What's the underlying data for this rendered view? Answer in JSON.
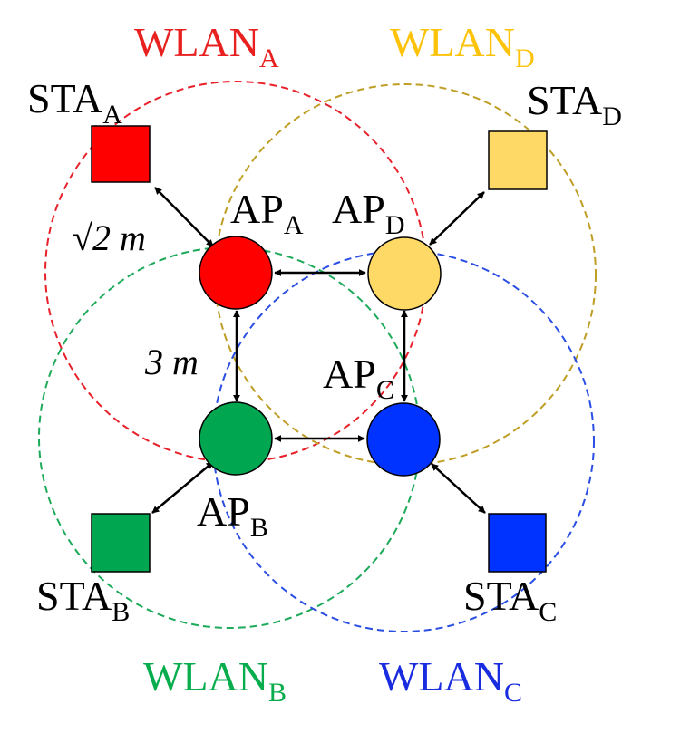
{
  "colors": {
    "red": "#ff0000",
    "yellow": "#ffd966",
    "green": "#00a650",
    "blue": "#0033ff",
    "wlan_a": "#e8201f",
    "wlan_d": "#fcc30a",
    "wlan_b": "#07ad4c",
    "wlan_c": "#1a2ce0",
    "ring_a": "#e8202a",
    "ring_b": "#1daa5a",
    "ring_c": "#2a4ee3",
    "ring_d": "#bf9e26"
  },
  "wlans": {
    "a": {
      "base": "WLAN",
      "sub": "A"
    },
    "b": {
      "base": "WLAN",
      "sub": "B"
    },
    "c": {
      "base": "WLAN",
      "sub": "C"
    },
    "d": {
      "base": "WLAN",
      "sub": "D"
    }
  },
  "stations": {
    "a": {
      "base": "STA",
      "sub": "A"
    },
    "b": {
      "base": "STA",
      "sub": "B"
    },
    "c": {
      "base": "STA",
      "sub": "C"
    },
    "d": {
      "base": "STA",
      "sub": "D"
    }
  },
  "access_points": {
    "a": {
      "base": "AP",
      "sub": "A"
    },
    "b": {
      "base": "AP",
      "sub": "B"
    },
    "c": {
      "base": "AP",
      "sub": "C"
    },
    "d": {
      "base": "AP",
      "sub": "D"
    }
  },
  "distances": {
    "sta_ap": "√2 m",
    "ap_ap": "3 m"
  }
}
